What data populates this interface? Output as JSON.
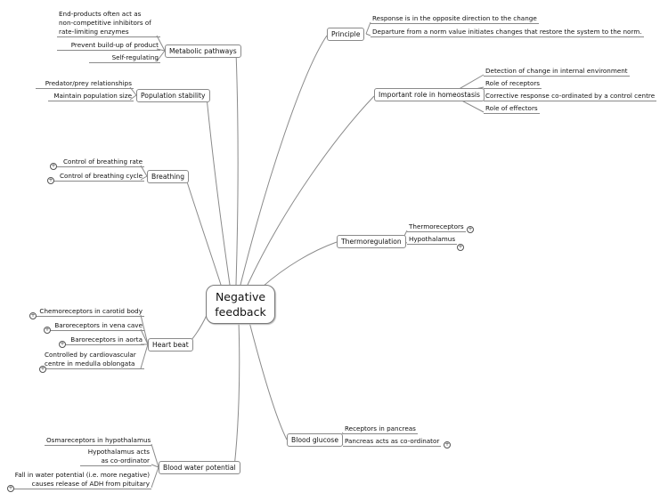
{
  "center": {
    "line1": "Negative",
    "line2": "feedback"
  },
  "principle": {
    "title": "Principle",
    "items": [
      "Response is in the opposite direction to the change",
      "Departure from a norm value initiates changes that restore the system to the norm."
    ]
  },
  "homeostasis": {
    "title": "Important role in homeostasis",
    "items": [
      "Detection of change in internal environment",
      "Role of receptors",
      "Corrective response co-ordinated by a control centre",
      "Role of effectors"
    ]
  },
  "thermoregulation": {
    "title": "Thermoregulation",
    "items": [
      "Thermoreceptors",
      "Hypothalamus"
    ]
  },
  "blood_glucose": {
    "title": "Blood glucose",
    "items": [
      "Receptors in pancreas",
      "Pancreas acts as co-ordinator"
    ]
  },
  "blood_water": {
    "title": "Blood water potential",
    "items": [
      "Osmareceptors in hypothalamus",
      "Hypothalamus acts",
      "as co-ordinator",
      "Fall in water potential (i.e. more negative)",
      "causes release of ADH from pituitary"
    ]
  },
  "heart_beat": {
    "title": "Heart beat",
    "items": [
      "Chemoreceptors in carotid body",
      "Baroreceptors in vena cave",
      "Baroreceptors in aorta",
      "Controlled by cardiovascular",
      "centre in medulla oblongata"
    ]
  },
  "breathing": {
    "title": "Breathing",
    "items": [
      "Control of breathing rate",
      "Control of breathing cycle"
    ]
  },
  "population": {
    "title": "Population stability",
    "items": [
      "Predator/prey relationships",
      "Maintain population size"
    ]
  },
  "metabolic": {
    "title": "Metabolic pathways",
    "items": [
      "End-products often act as",
      "non-competitive inhibitors of",
      "rate-limiting enzymes",
      "Prevent build-up of product",
      "Self-regulating"
    ]
  },
  "icons": {
    "expand": "plus-circle-icon"
  },
  "colors": {
    "line": "#8a8a8a",
    "border": "#7a7a7a"
  }
}
